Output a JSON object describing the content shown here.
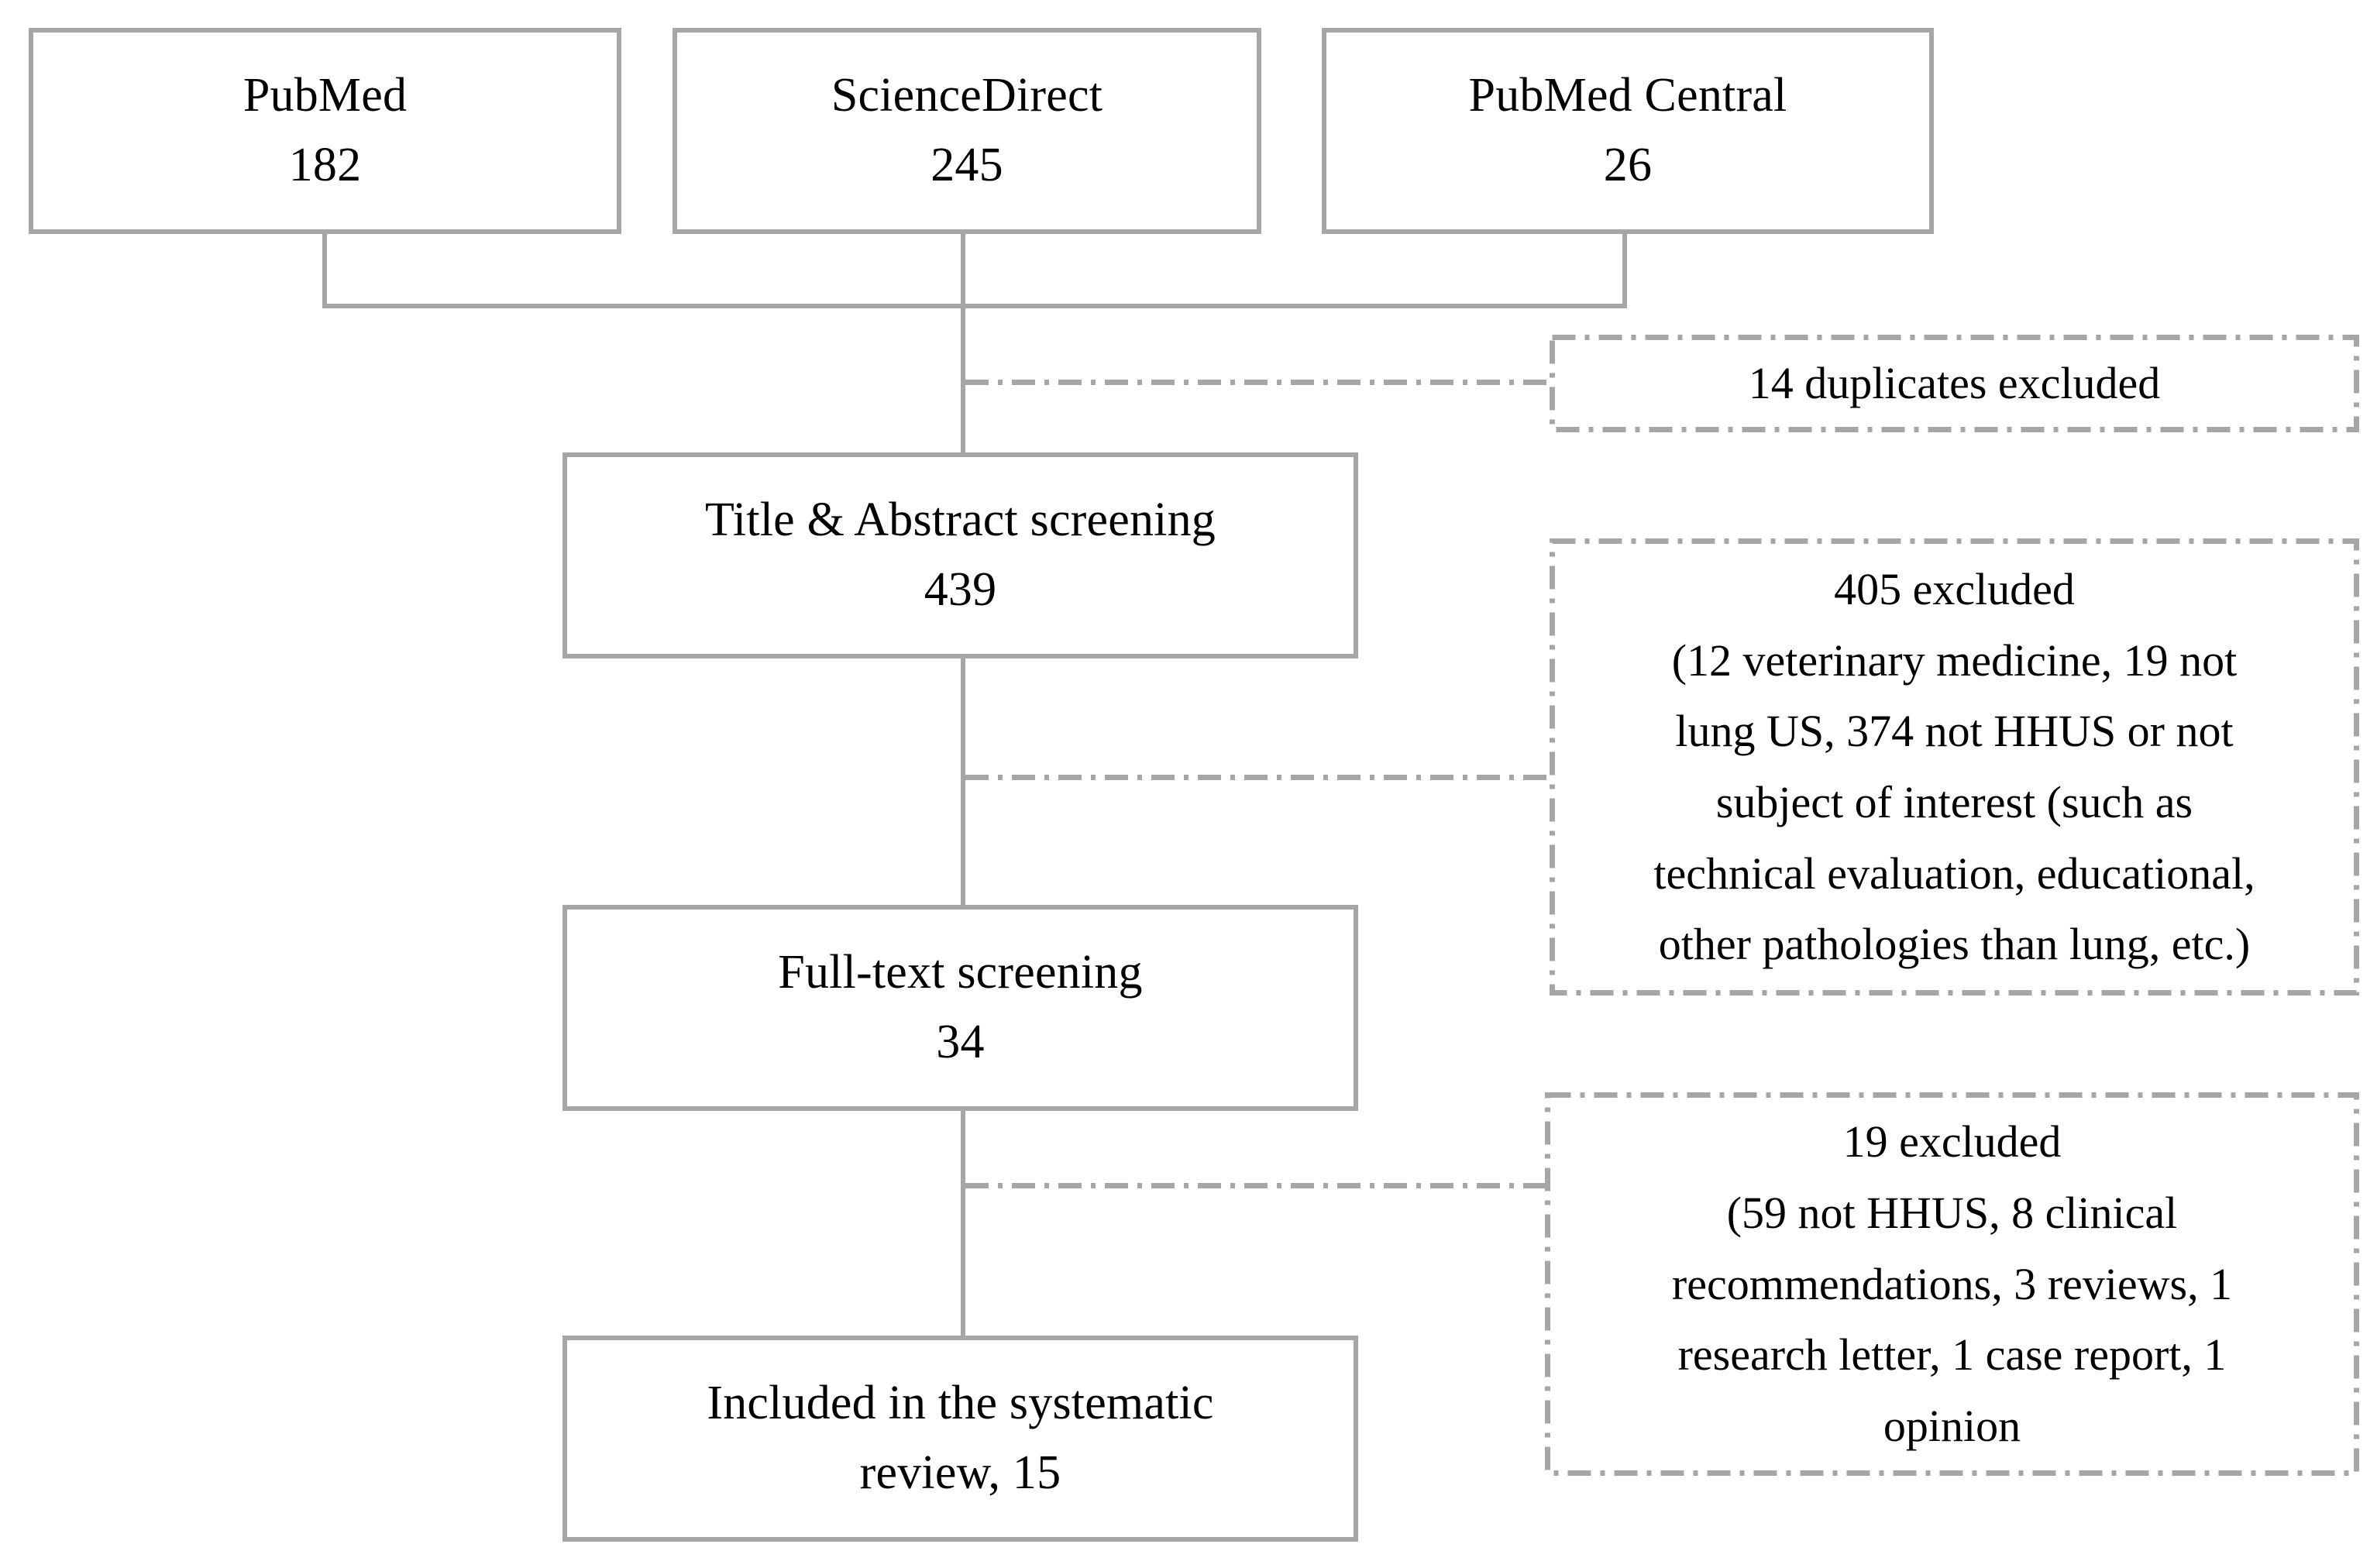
{
  "diagram": {
    "title": "PRISMA study selection flow diagram",
    "colors": {
      "border": "#a6a6a6",
      "connector": "#a6a6a6",
      "text": "#000000",
      "background": "#ffffff"
    }
  },
  "sources": [
    {
      "name": "PubMed",
      "count": "182"
    },
    {
      "name": "ScienceDirect",
      "count": "245"
    },
    {
      "name": "PubMed Central",
      "count": "26"
    }
  ],
  "stages": [
    {
      "name": "Title & Abstract screening",
      "count": "439"
    },
    {
      "name": "Full-text screening",
      "count": "34"
    }
  ],
  "included": {
    "line1": "Included in the systematic",
    "line2": "review, 15",
    "count": "15"
  },
  "exclusions": [
    {
      "id": "duplicates",
      "lines": [
        "14 duplicates excluded"
      ]
    },
    {
      "id": "title-abstract-excluded",
      "lines": [
        "405 excluded",
        "(12 veterinary medicine, 19 not",
        "lung US, 374 not HHUS or not",
        "subject of interest (such as",
        "technical evaluation, educational,",
        "other pathologies than lung, etc.)"
      ]
    },
    {
      "id": "full-text-excluded",
      "lines": [
        "19 excluded",
        "(59 not HHUS, 8 clinical",
        "recommendations, 3 reviews, 1",
        "research letter, 1 case report, 1",
        "opinion"
      ]
    }
  ]
}
